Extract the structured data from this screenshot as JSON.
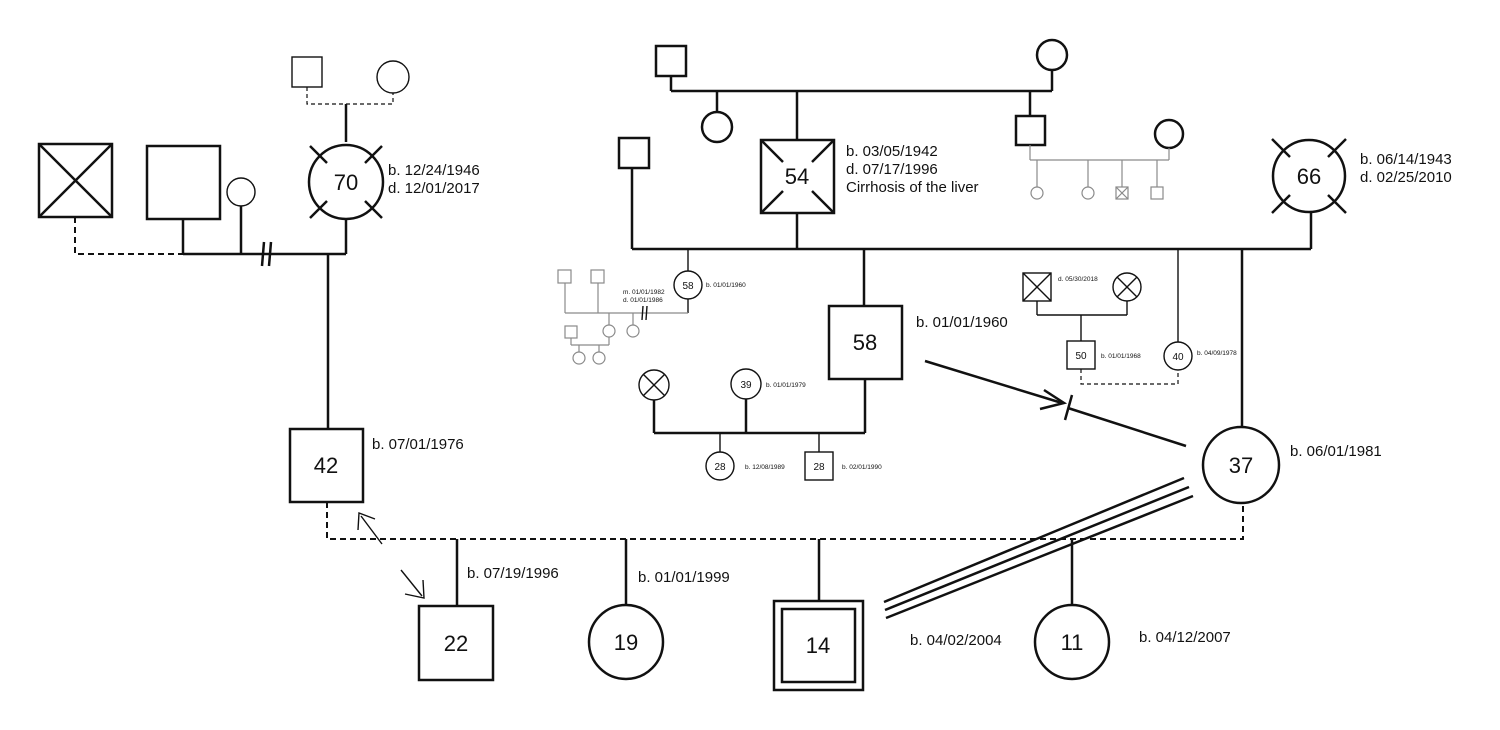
{
  "people": {
    "p70": {
      "age": "70",
      "birth": "b. 12/24/1946",
      "death": "d. 12/01/2017"
    },
    "p54": {
      "age": "54",
      "birth": "b. 03/05/1942",
      "death": "d. 07/17/1996",
      "cause": "Cirrhosis of the liver"
    },
    "p66": {
      "age": "66",
      "birth": "b. 06/14/1943",
      "death": "d. 02/25/2010"
    },
    "p58": {
      "age": "58",
      "birth": "b. 01/01/1960"
    },
    "p58sm": {
      "age": "58",
      "birth": "b. 01/01/1960"
    },
    "p42": {
      "age": "42",
      "birth": "b. 07/01/1976"
    },
    "p37": {
      "age": "37",
      "birth": "b. 06/01/1981"
    },
    "p39": {
      "age": "39",
      "birth": "b. 01/01/1979"
    },
    "p28a": {
      "age": "28",
      "birth": "b. 12/08/1989"
    },
    "p28b": {
      "age": "28",
      "birth": "b. 02/01/1990"
    },
    "p50": {
      "age": "50",
      "birth": "b. 01/01/1968"
    },
    "p40": {
      "age": "40",
      "birth": "b. 04/09/1978"
    },
    "pdec": {
      "death": "d. 05/30/2018"
    },
    "p22": {
      "age": "22",
      "birth": "b. 07/19/1996"
    },
    "p19": {
      "age": "19",
      "birth": "b. 01/01/1999"
    },
    "p14": {
      "age": "14",
      "birth": "b. 04/02/2004"
    },
    "p11": {
      "age": "11",
      "birth": "b. 04/12/2007"
    }
  },
  "marriages": {
    "m58sm": {
      "married": "m. 01/01/1982",
      "divorced": "d. 01/01/1986"
    }
  }
}
